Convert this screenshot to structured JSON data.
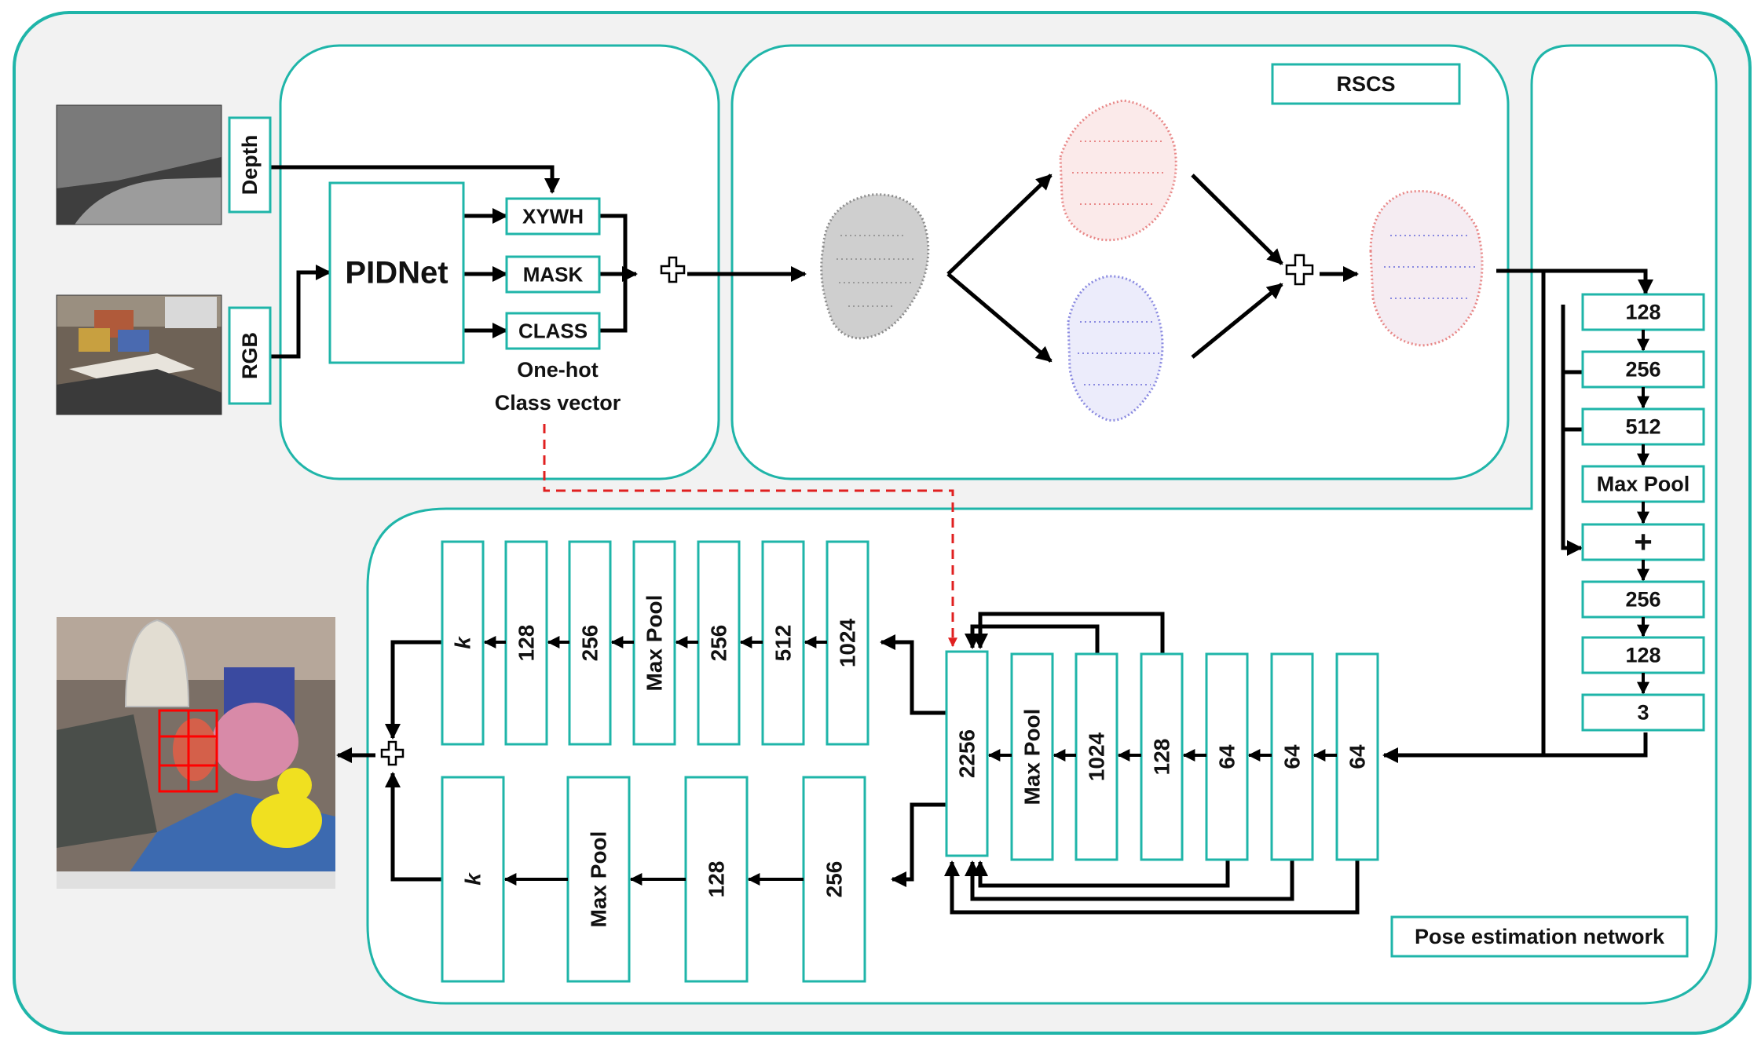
{
  "colors": {
    "panel_border": "#1fb5a9",
    "block_border": "#1fb5a9",
    "outer_fill": "#f2f2f2",
    "panel_fill": "#ffffff",
    "arrow": "#000000",
    "class_link": "#e02020",
    "points_gray": "#9a9a9a",
    "points_red": "#e88888",
    "points_blue": "#8a8ae0"
  },
  "inputs": {
    "depth_label": "Depth",
    "rgb_label": "RGB"
  },
  "detector": {
    "name": "PIDNet",
    "outputs": [
      "XYWH",
      "MASK",
      "CLASS"
    ],
    "class_note_line1": "One-hot",
    "class_note_line2": "Class vector"
  },
  "rscs": {
    "label": "RSCS"
  },
  "global_branch": {
    "blocks": [
      "128",
      "256",
      "512",
      "Max Pool",
      "+",
      "256",
      "128",
      "3"
    ]
  },
  "pose_network": {
    "label": "Pose estimation network",
    "encoder": [
      "64",
      "64",
      "64",
      "128",
      "1024",
      "Max Pool",
      "2256"
    ],
    "decoder_top": [
      "1024",
      "512",
      "256",
      "Max Pool",
      "256",
      "128",
      "k"
    ],
    "decoder_bottom": [
      "256",
      "128",
      "Max Pool",
      "k"
    ]
  }
}
